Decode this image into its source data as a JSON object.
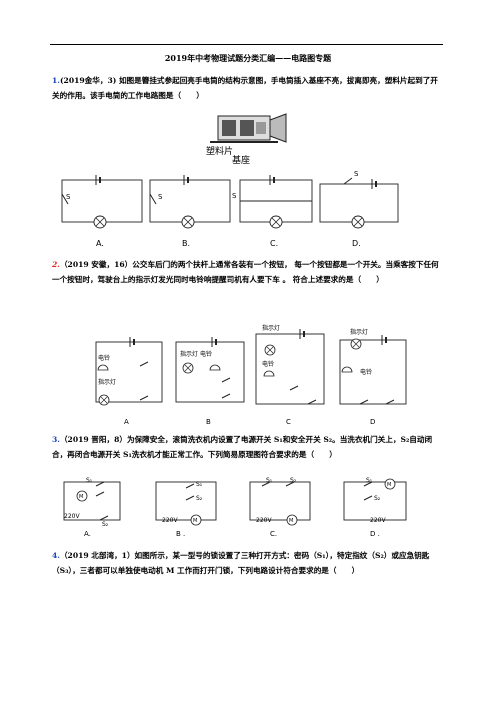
{
  "header": {
    "title": "2019年中考物理试题分类汇编——电路图专题"
  },
  "q1": {
    "num": "1.",
    "text": "(2019金华，3) 如图是簪挂式参起回亮手电筒的结构示意图，手电筒插入基座不亮，拔离即亮，塑料片起到了开关的作用。该手电筒的工作电路图是（　　）",
    "labels": {
      "plastic": "塑料片",
      "base": "基座"
    },
    "options": [
      "A.",
      "B.",
      "C.",
      "D."
    ],
    "switch": "S"
  },
  "q2": {
    "num": "2.",
    "text": "（2019 安徽，16）公交车后门的两个扶杆上通常各装有一个按钮， 每一个按钮都是一个开关。当乘客按下任何一个按钮时，驾驶台上的指示灯发光同时电铃响提醒司机有人要下车 。 符合上述要求的是（　　）",
    "labels": {
      "bell": "电铃",
      "lamp": "指示灯"
    },
    "options": [
      "A",
      "B",
      "C",
      "D"
    ]
  },
  "q3": {
    "num": "3.",
    "text": "（2019 晋阳，8）为保障安全，滚筒洗衣机内设置了电源开关 S₁和安全开关 S₂。当洗衣机门关上，S₂自动闭合，再闭合电源开关 S₁洗衣机才能正常工作。下列简易原理图符合要求的是（　　）",
    "labels": {
      "s1": "S₁",
      "s2": "S₂",
      "motor": "M",
      "voltage": "220V"
    },
    "options": [
      "A.",
      "B .",
      "C.",
      "D ."
    ]
  },
  "q4": {
    "num": "4.",
    "text": "（2019 北部湾，1）如图所示，某一型号的锁设置了三种打开方式：密码（S₁），特定指纹（S₂）或应急钥匙（S₃），三者都可以单独使电动机 M 工作而打开门锁，下列电路设计符合要求的是（　　）"
  },
  "colors": {
    "blue": "#1a44b8",
    "red": "#d22222"
  }
}
